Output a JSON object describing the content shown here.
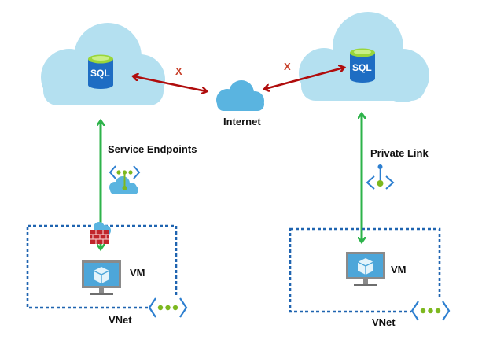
{
  "labels": {
    "internet": "Internet",
    "service_endpoints": "Service Endpoints",
    "private_link": "Private Link",
    "vm_left": "VM",
    "vm_right": "VM",
    "vnet_left": "VNet",
    "vnet_right": "VNet",
    "sql_left": "SQL",
    "sql_right": "SQL",
    "blocked_left": "X",
    "blocked_right": "X"
  },
  "colors": {
    "cloud": "#b4e0f0",
    "internet_cloud": "#5ab4e0",
    "blocked_arrow": "#b00d0d",
    "allowed_arrow": "#2db34a",
    "vnet_border": "#1f64b0",
    "vnet_icon_blue": "#2d7fd0",
    "vnet_icon_green": "#7db81f",
    "sql_blue": "#1e6dc3",
    "sql_top": "#9ad63a",
    "monitor": "#8a8a8a",
    "screen": "#4da6d9",
    "firewall": "#c0262b"
  },
  "icons": [
    "sql-database-icon",
    "internet-cloud-icon",
    "virtual-machine-icon",
    "vnet-icon",
    "service-endpoint-icon",
    "firewall-icon",
    "private-link-icon"
  ]
}
